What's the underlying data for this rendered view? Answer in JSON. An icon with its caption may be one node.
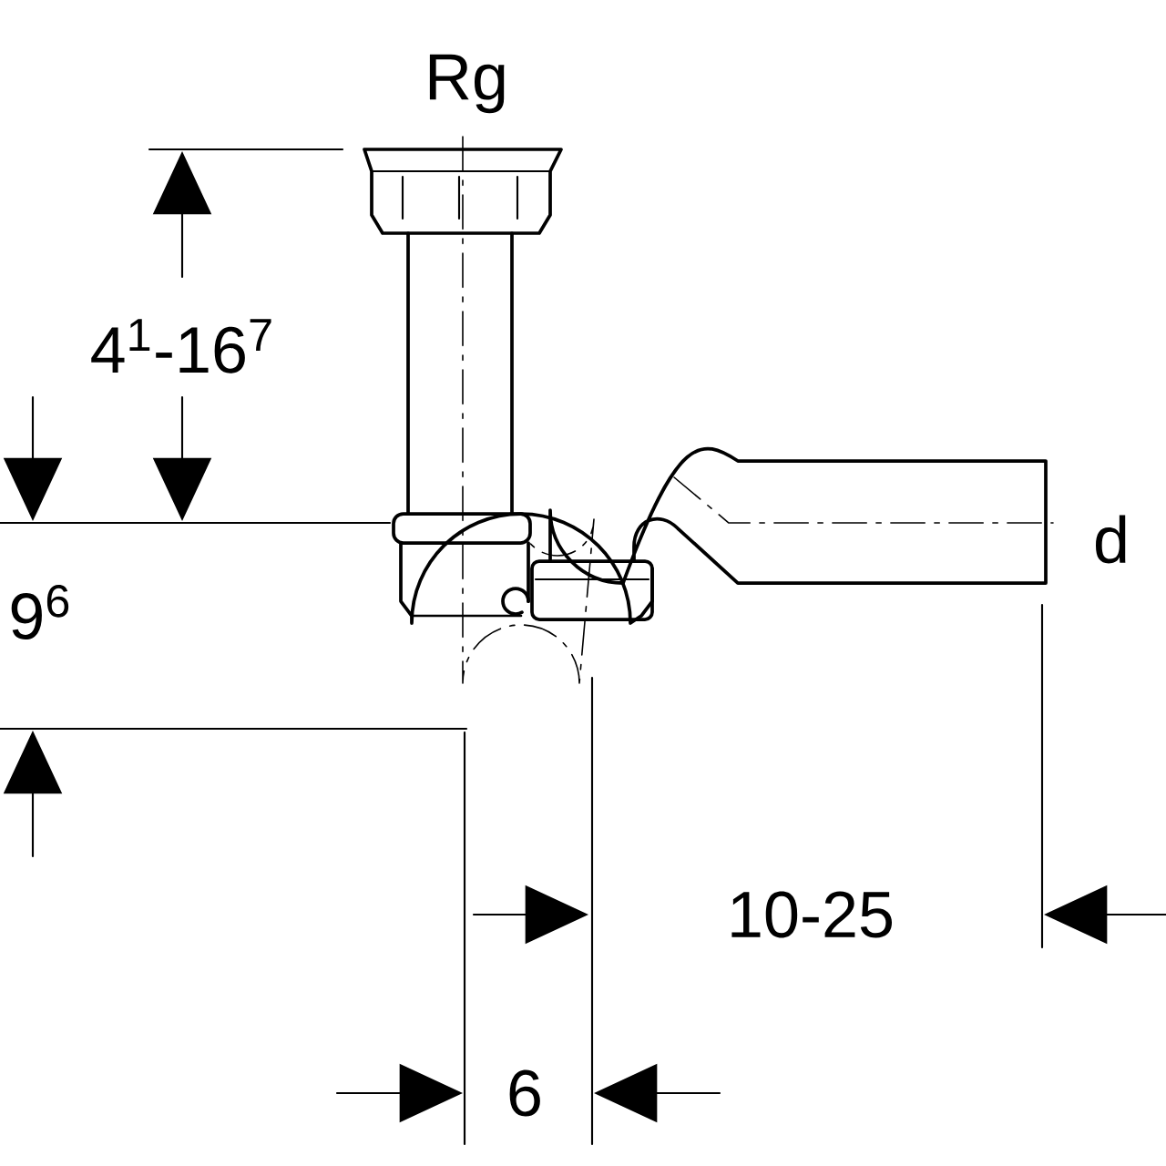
{
  "diagram": {
    "labels": [
      "Rg",
      "4$^{1}$-16$^{7}$",
      "d",
      "9$^{6}$",
      "10-25",
      "6"
    ]
  }
}
